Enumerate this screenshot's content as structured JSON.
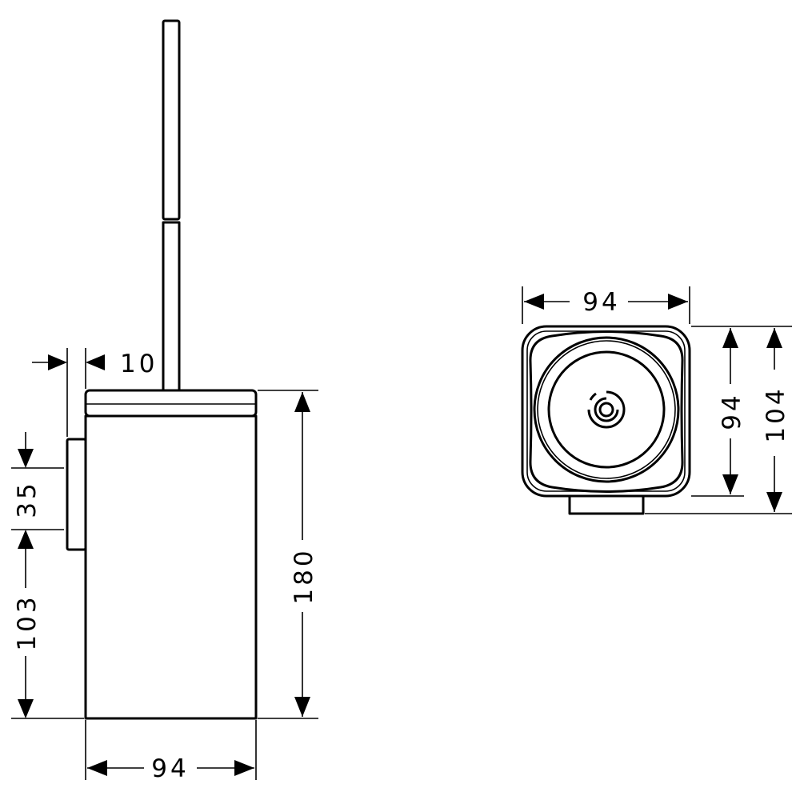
{
  "dimensions": {
    "side_width": "94",
    "wall_offset": "10",
    "total_height": "180",
    "mount_height": "35",
    "mount_base": "103",
    "top_width": "94",
    "top_depth": "94",
    "top_depth_total": "104"
  }
}
